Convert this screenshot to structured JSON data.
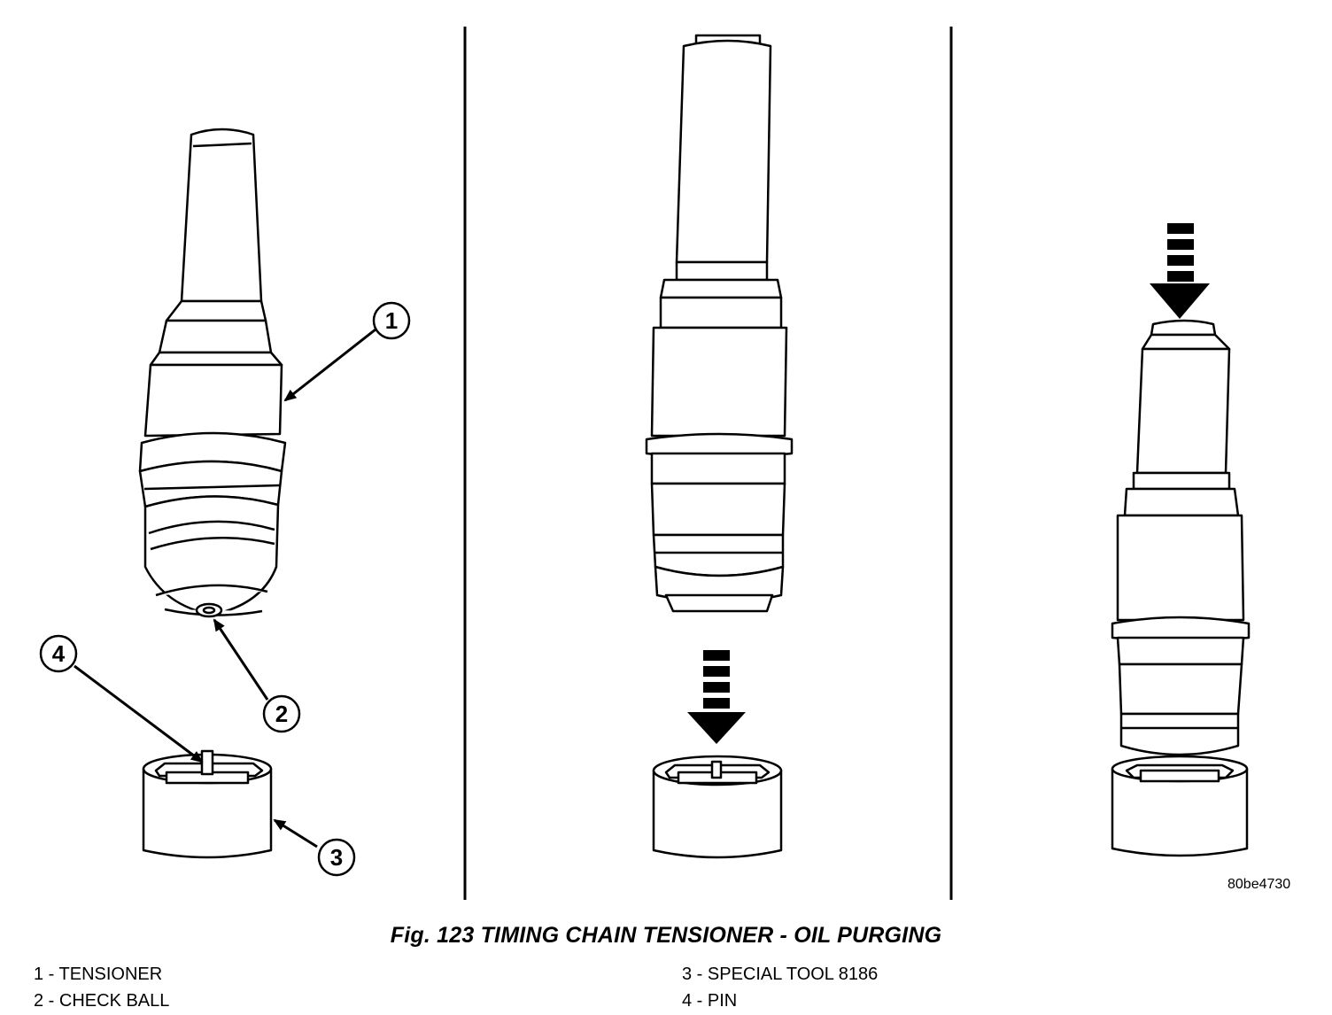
{
  "figure": {
    "caption": "Fig. 123 TIMING CHAIN TENSIONER - OIL PURGING",
    "reference_code": "80be4730"
  },
  "callouts": [
    "1",
    "2",
    "3",
    "4"
  ],
  "legend": {
    "left": [
      "1 - TENSIONER",
      "2 - CHECK BALL"
    ],
    "right": [
      "3 - SPECIAL TOOL 8186",
      "4 - PIN"
    ]
  },
  "icons": [
    "down-arrow-icon"
  ]
}
